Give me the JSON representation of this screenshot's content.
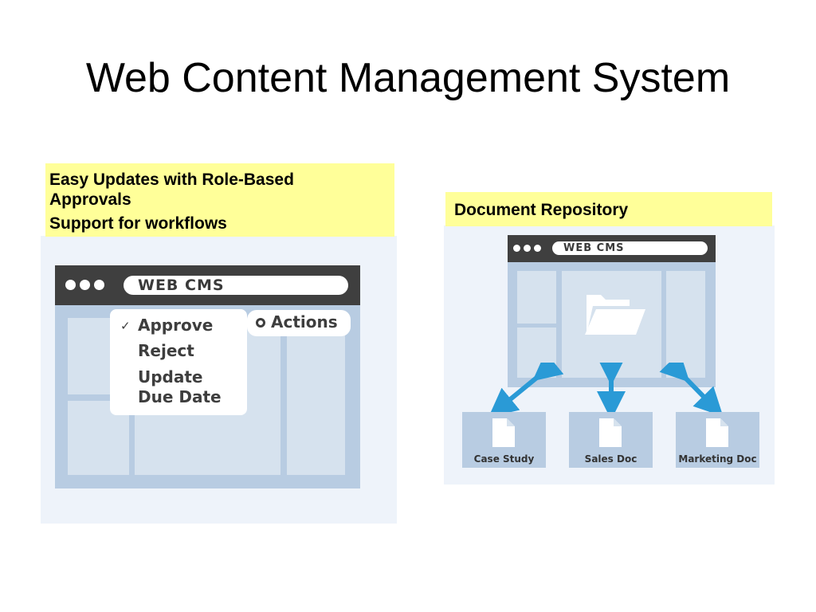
{
  "title": "Web Content Management System",
  "left_panel": {
    "note_lines": [
      "Easy Updates with Role-Based",
      "Approvals",
      "Support for workflows"
    ],
    "browser_label": "WEB CMS",
    "menu_items": [
      "Approve",
      "Reject",
      "Update",
      "Due Date"
    ],
    "checked_item": "✓",
    "actions_label": "Actions"
  },
  "right_panel": {
    "note": "Document Repository",
    "browser_label": "WEB CMS",
    "documents": [
      "Case Study",
      "Sales Doc",
      "Marketing Doc"
    ]
  },
  "colors": {
    "note_bg": "#ffff99",
    "panel_bg": "#eef3fa",
    "browser_frame": "#b8cce2",
    "arrow": "#2a9ad6"
  },
  "icons": [
    "folder-icon",
    "document-icon",
    "arrow-icon",
    "checkmark-icon"
  ]
}
